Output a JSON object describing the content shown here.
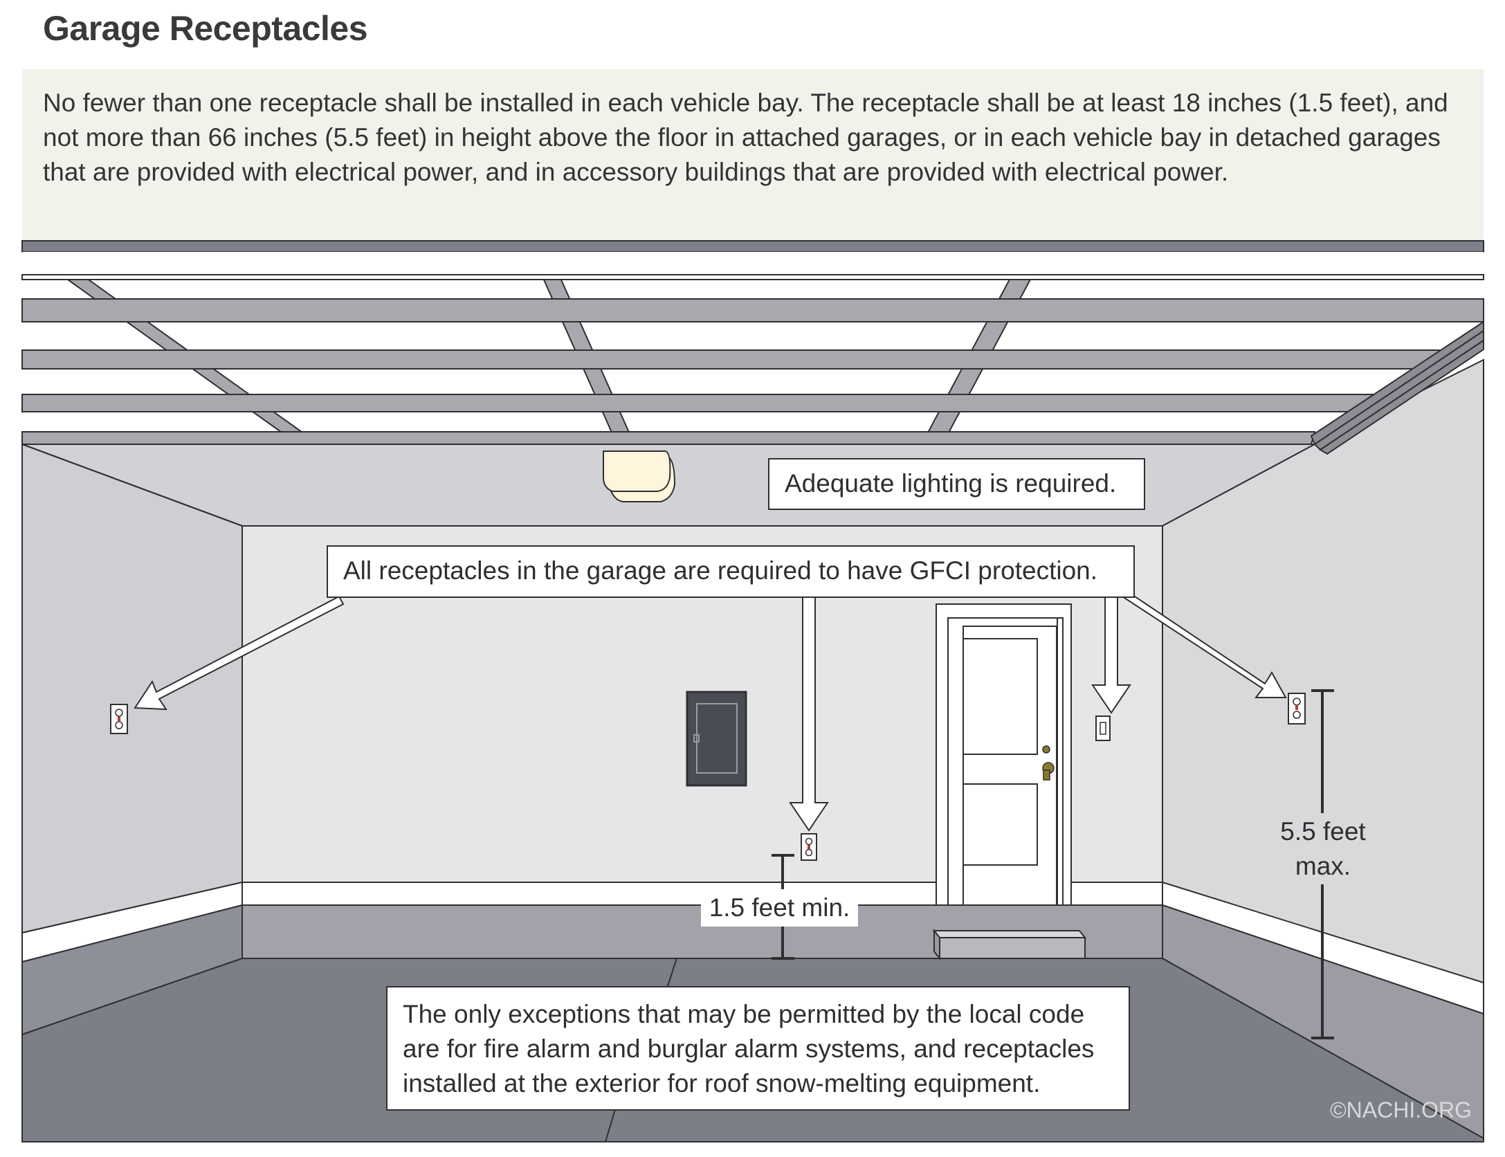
{
  "title": "Garage Receptacles",
  "intro": "No fewer than one receptacle shall be installed in each vehicle bay. The receptacle shall be at least 18 inches (1.5 feet), and not more than 66 inches (5.5 feet) in height above the floor in attached garages, or in each vehicle bay in detached garages that are provided with electrical power, and in accessory buildings that are provided with electrical power.",
  "callouts": {
    "lighting": "Adequate lighting is required.",
    "gfci": "All receptacles in the garage are required to have GFCI protection.",
    "min_height": "1.5 feet min.",
    "max_height_line1": "5.5 feet",
    "max_height_line2": "max.",
    "exceptions": "The only exceptions that may be permitted by the local code are for fire alarm and burglar alarm systems, and receptacles installed at the exterior for roof snow-melting equipment."
  },
  "copyright": "©NACHI.ORG",
  "colors": {
    "intro_bg": "#f3f2ea",
    "wall_light": "#e6e6e8",
    "wall_side": "#cfcfd3",
    "floor": "#7c7f87",
    "baseboard_dark": "#a2a2aa",
    "joist": "#a8a8ae",
    "panel": "#4a4c55",
    "brass": "#8a7a30",
    "light_fixture": "#fff5dc"
  },
  "icons": [
    "ceiling-light-icon",
    "electrical-panel-icon",
    "receptacle-icon",
    "light-switch-icon",
    "door-icon",
    "door-knob-icon",
    "arrow-icon",
    "dimension-line-icon"
  ]
}
